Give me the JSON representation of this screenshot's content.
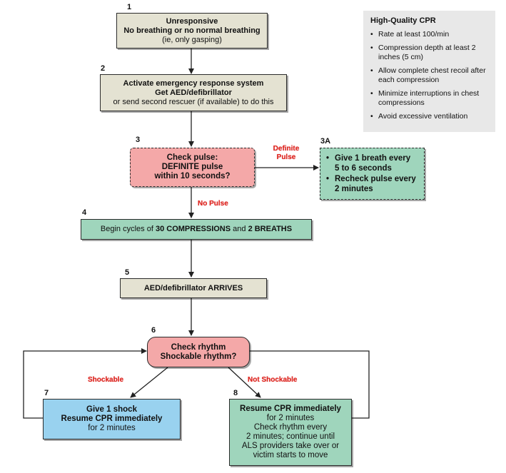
{
  "flow": {
    "n1": "1",
    "box1": {
      "l1": "Unresponsive",
      "l2": "No breathing or no normal breathing",
      "l3": "(ie, only gasping)"
    },
    "n2": "2",
    "box2": {
      "l1": "Activate emergency response system",
      "l2": "Get AED/defibrillator",
      "l3": "or send second rescuer (if available) to do this"
    },
    "n3": "3",
    "box3": {
      "l1": "Check pulse:",
      "l2": "DEFINITE pulse",
      "l3": "within 10 seconds?"
    },
    "n3a": "3A",
    "box3a": {
      "b1a": "Give 1 breath every",
      "b1b": "5 to 6 seconds",
      "b2a": "Recheck pulse every",
      "b2b": "2 minutes"
    },
    "label_definite_1": "Definite",
    "label_definite_2": "Pulse",
    "label_no_pulse": "No Pulse",
    "n4": "4",
    "box4": {
      "pre": "Begin cycles of ",
      "bold1": "30 COMPRESSIONS",
      "mid": " and ",
      "bold2": "2 BREATHS"
    },
    "n5": "5",
    "box5": {
      "l1": "AED/defibrillator ARRIVES"
    },
    "n6": "6",
    "box6": {
      "l1": "Check rhythm",
      "l2": "Shockable rhythm?"
    },
    "label_shockable": "Shockable",
    "label_not_shockable": "Not Shockable",
    "n7": "7",
    "box7": {
      "l1": "Give 1 shock",
      "l2": "Resume CPR immediately",
      "l3": "for 2 minutes"
    },
    "n8": "8",
    "box8": {
      "l1": "Resume CPR immediately",
      "l2": "for 2 minutes",
      "l3": "Check rhythm every",
      "l4": "2 minutes; continue until",
      "l5": "ALS providers take over or",
      "l6": "victim starts to move"
    }
  },
  "high_quality_cpr": {
    "title": "High-Quality CPR",
    "items": [
      "Rate at least 100/min",
      "Compression depth at least 2 inches (5 cm)",
      "Allow complete chest recoil after each compression",
      "Minimize interruptions in chest compressions",
      "Avoid excessive ventilation"
    ]
  },
  "colors": {
    "gray_box": "#e4e2d2",
    "green_box": "#9fd5bc",
    "pink_box": "#f4a8a8",
    "blue_box": "#99d2ef",
    "label_red": "#e42a24",
    "panel_gray": "#e8e8e8"
  }
}
